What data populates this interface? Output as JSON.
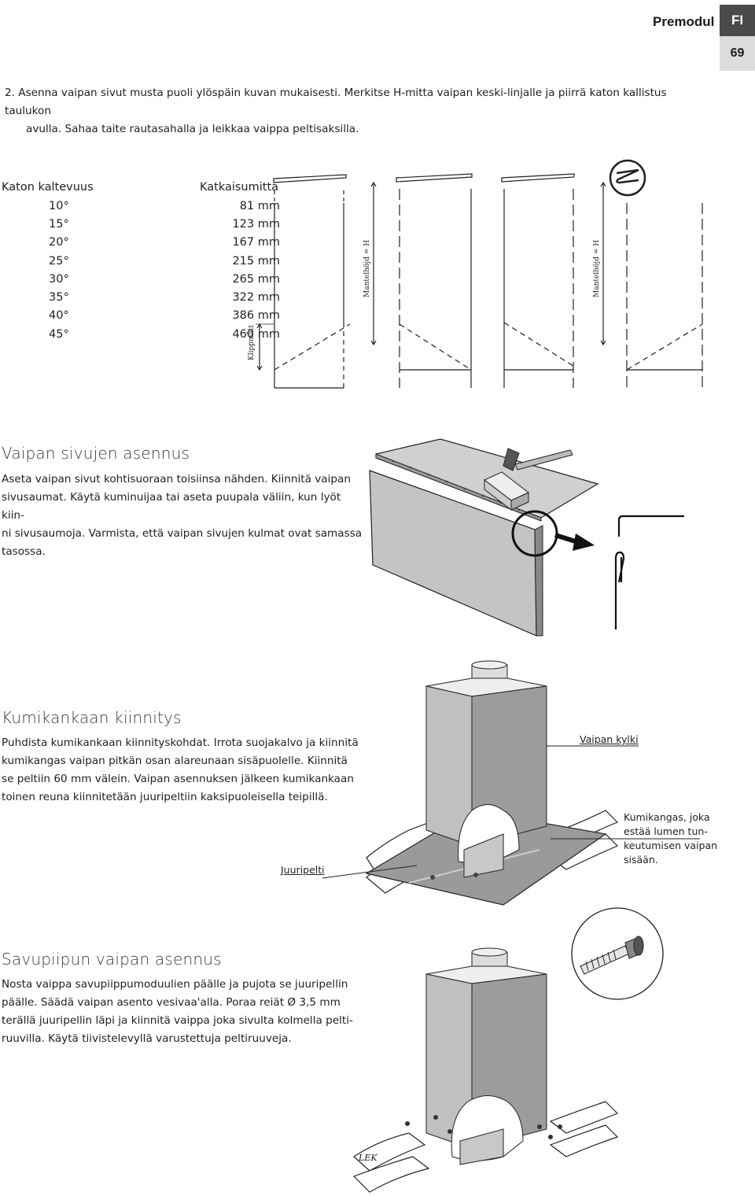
{
  "header": {
    "brand": "Premodul",
    "lang": "FI",
    "page": "69"
  },
  "step2": {
    "line1": "2.   Asenna vaipan sivut musta puoli ylöspäin kuvan mukaisesti. Merkitse H-mitta vaipan keski-linjalle ja piirrä katon kallistus taulukon",
    "line2": "avulla. Sahaa taite rautasahalla ja leikkaa vaippa peltisaksilla."
  },
  "table": {
    "header_slope": "Katon kaltevuus",
    "header_cut": "Katkaisumitta",
    "rows": [
      {
        "slope": "10°",
        "cut": "81 mm"
      },
      {
        "slope": "15°",
        "cut": "123 mm"
      },
      {
        "slope": "20°",
        "cut": "167 mm"
      },
      {
        "slope": "25°",
        "cut": "215 mm"
      },
      {
        "slope": "30°",
        "cut": "265 mm"
      },
      {
        "slope": "35°",
        "cut": "322 mm"
      },
      {
        "slope": "40°",
        "cut": "386 mm"
      },
      {
        "slope": "45°",
        "cut": "460 mm"
      }
    ]
  },
  "diagram_labels": {
    "klippmatt": "Klippmått",
    "mantelhojd": "Mantelhöjd = H"
  },
  "section1": {
    "title": "Vaipan sivujen asennus",
    "lines": [
      "Aseta vaipan sivut kohtisuoraan toisiinsa nähden. Kiinnitä vaipan",
      "sivusaumat. Käytä kuminuijaa tai aseta puupala väliin, kun lyöt kiin-",
      "ni sivusaumoja. Varmista, että vaipan sivujen kulmat ovat samassa",
      "tasossa."
    ]
  },
  "section2": {
    "title": "Kumikankaan kiinnitys",
    "lines": [
      "Puhdista kumikankaan kiinnityskohdat. Irrota suojakalvo ja kiinnitä",
      "kumikangas vaipan  pitkän osan alareunaan sisäpuolelle. Kiinnitä",
      "se peltiin 60 mm välein. Vaipan asennuksen jälkeen kumikankaan",
      "toinen reuna kiinnitetään juuripeltiin kaksipuoleisella teipillä."
    ],
    "callout_side": "Vaipan kylki",
    "callout_rubber": [
      "Kumikangas, joka",
      "estää lumen tun-",
      "keutumisen vaipan",
      "sisään."
    ],
    "callout_root": "Juuripelti"
  },
  "section3": {
    "title": "Savupiipun vaipan asennus",
    "lines": [
      "Nosta vaippa savupiippumoduulien päälle ja pujota se juuripellin",
      "päälle. Säädä vaipan asento vesivaa'alla. Poraa reiät Ø 3,5 mm",
      "terällä juuripellin läpi ja kiinnitä vaippa joka sivulta kolmella pelti-",
      "ruuvilla. Käytä tiivistelevyllä varustettuja peltiruuveja."
    ],
    "lek_label": "LEK"
  }
}
